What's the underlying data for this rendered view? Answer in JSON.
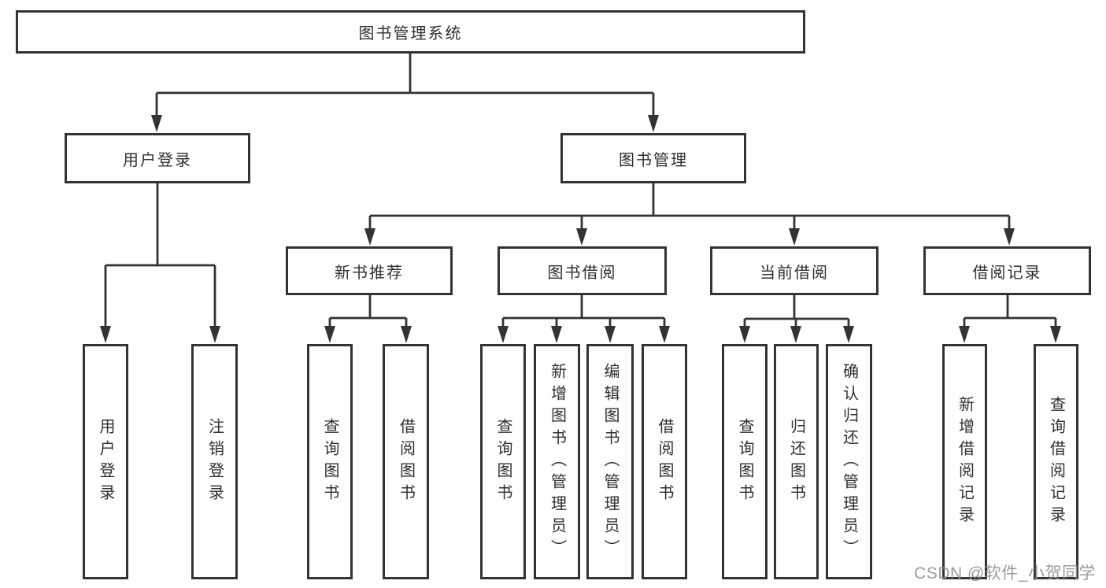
{
  "diagram": {
    "root": {
      "label": "图书管理系统"
    },
    "branches": [
      {
        "label": "用户登录",
        "children": [
          {
            "label": "用户登录"
          },
          {
            "label": "注销登录"
          }
        ]
      },
      {
        "label": "图书管理",
        "children": [
          {
            "label": "新书推荐",
            "children": [
              {
                "label": "查询图书"
              },
              {
                "label": "借阅图书"
              }
            ]
          },
          {
            "label": "图书借阅",
            "children": [
              {
                "label": "查询图书"
              },
              {
                "label": "新增图书（管理员）"
              },
              {
                "label": "编辑图书（管理员）"
              },
              {
                "label": "借阅图书"
              }
            ]
          },
          {
            "label": "当前借阅",
            "children": [
              {
                "label": "查询图书"
              },
              {
                "label": "归还图书"
              },
              {
                "label": "确认归还（管理员）"
              }
            ]
          },
          {
            "label": "借阅记录",
            "children": [
              {
                "label": "新增借阅记录"
              },
              {
                "label": "查询借阅记录"
              }
            ]
          }
        ]
      }
    ],
    "watermark": "CSDN @软件_小贺同学",
    "colors": {
      "line": "#333333",
      "text": "#2f2f2f",
      "background": "#ffffff",
      "watermark": "#949699"
    }
  }
}
